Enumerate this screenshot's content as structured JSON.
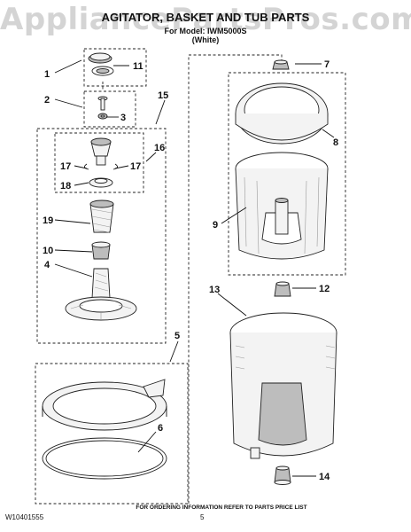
{
  "header": {
    "watermark": "AppliancePartsPros.com",
    "title": "AGITATOR, BASKET AND TUB PARTS",
    "model": "For Model: IWM5000S",
    "color_note": "(White)"
  },
  "callouts": [
    {
      "id": "callout-1",
      "label": "1"
    },
    {
      "id": "callout-2",
      "label": "2"
    },
    {
      "id": "callout-3",
      "label": "3"
    },
    {
      "id": "callout-4",
      "label": "4"
    },
    {
      "id": "callout-5",
      "label": "5"
    },
    {
      "id": "callout-6",
      "label": "6"
    },
    {
      "id": "callout-7",
      "label": "7"
    },
    {
      "id": "callout-8",
      "label": "8"
    },
    {
      "id": "callout-9",
      "label": "9"
    },
    {
      "id": "callout-10",
      "label": "10"
    },
    {
      "id": "callout-11",
      "label": "11"
    },
    {
      "id": "callout-12",
      "label": "12"
    },
    {
      "id": "callout-13",
      "label": "13"
    },
    {
      "id": "callout-14",
      "label": "14"
    },
    {
      "id": "callout-15",
      "label": "15"
    },
    {
      "id": "callout-16",
      "label": "16"
    },
    {
      "id": "callout-17a",
      "label": "17"
    },
    {
      "id": "callout-17b",
      "label": "17"
    },
    {
      "id": "callout-18",
      "label": "18"
    },
    {
      "id": "callout-19",
      "label": "19"
    }
  ],
  "footer": {
    "note": "FOR ORDERING INFORMATION REFER TO PARTS PRICE LIST",
    "doc_number": "W10401555",
    "page_number": "5"
  }
}
